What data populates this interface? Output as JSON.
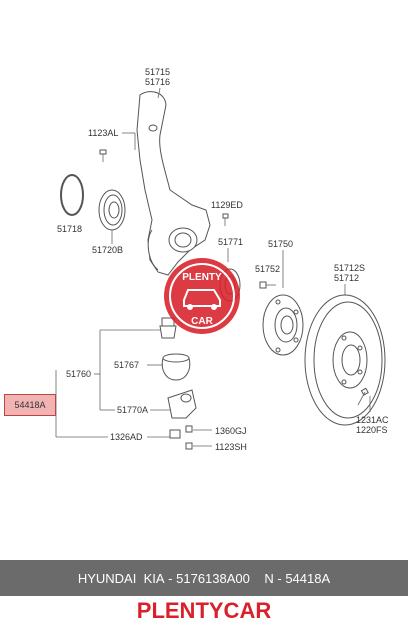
{
  "callouts": {
    "c51715": "51715",
    "c51716": "51716",
    "c1123AL": "1123AL",
    "c51718": "51718",
    "c51720B": "51720B",
    "c1129ED": "1129ED",
    "c51771": "51771",
    "c51750": "51750",
    "c51752": "51752",
    "c51712S": "51712S",
    "c51712": "51712",
    "c51760": "51760",
    "c51767": "51767",
    "c51770A": "51770A",
    "c1326AD": "1326AD",
    "c1360GJ": "1360GJ",
    "c1123SH": "1123SH",
    "c1231AC": "1231AC",
    "c1220FS": "1220FS"
  },
  "highlight": {
    "label": "54418A",
    "color": "#f2b3b3"
  },
  "watermark": {
    "line1": "PLENTY",
    "line2": "CAR",
    "color": "#d8212b"
  },
  "footer": {
    "make": "HYUNDAI",
    "brand": "KIA",
    "part_number": "5176138A00",
    "sep": "-",
    "n_label": "N",
    "n_value": "54418A"
  },
  "brand_text": "PLENTYCAR"
}
